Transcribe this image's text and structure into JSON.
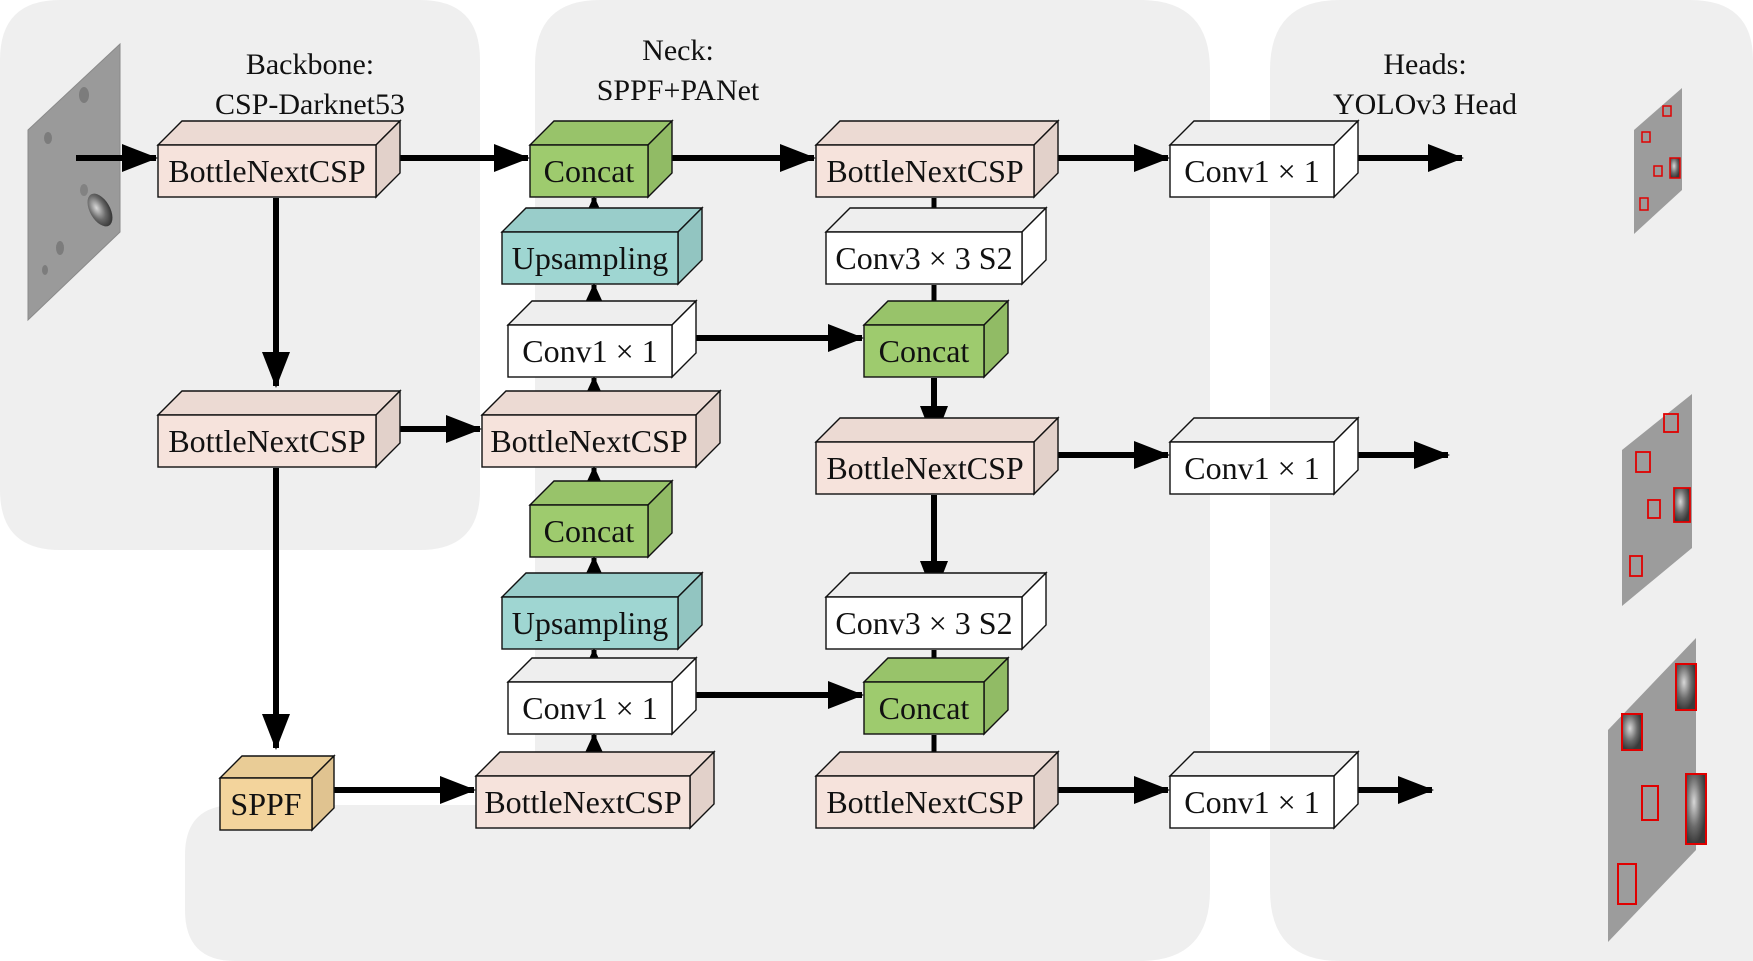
{
  "sections": {
    "backbone": {
      "line1": "Backbone:",
      "line2": "CSP-Darknet53"
    },
    "neck": {
      "line1": "Neck:",
      "line2": "SPPF+PANet"
    },
    "heads": {
      "line1": "Heads:",
      "line2": "YOLOv3 Head"
    }
  },
  "colors": {
    "panel": "#efefef",
    "bottlenext": "#f6e3dc",
    "concat": "#9ecb6e",
    "upsampling": "#9fd6d2",
    "conv": "#ffffff",
    "sppf": "#f3d49c",
    "arrow": "#000000",
    "detection_box": "#e00000"
  },
  "blocks": {
    "b_bnc1": "BottleNextCSP",
    "b_bnc2": "BottleNextCSP",
    "b_sppf": "SPPF",
    "n_concat1": "Concat",
    "n_up1": "Upsampling",
    "n_conv1": "Conv1 × 1",
    "n_bnc1": "BottleNextCSP",
    "n_concat2": "Concat",
    "n_up2": "Upsampling",
    "n_conv2": "Conv1 × 1",
    "n_bnc2": "BottleNextCSP",
    "p_bnc1": "BottleNextCSP",
    "p_conv3a": "Conv3 × 3 S2",
    "p_concat1": "Concat",
    "p_bnc2": "BottleNextCSP",
    "p_conv3b": "Conv3 × 3 S2",
    "p_concat2": "Concat",
    "p_bnc3": "BottleNextCSP",
    "h_conv1": "Conv1 × 1",
    "h_conv2": "Conv1 × 1",
    "h_conv3": "Conv1 × 1"
  },
  "images": {
    "input": "input-image",
    "output_small": "detection-output-small",
    "output_medium": "detection-output-medium",
    "output_large": "detection-output-large"
  }
}
